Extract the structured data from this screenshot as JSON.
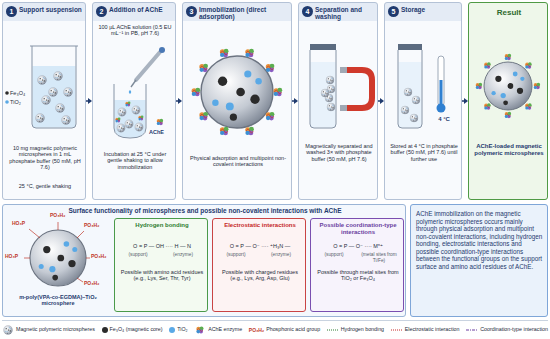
{
  "diagram": {
    "nodes": [
      {
        "text": [
          "1",
          "Support suspension",
          "10 mg magnetic polymeric microspheres in 1 mL phosphate buffer (50 mM, pH 7.6)",
          "25 °C, gentle shaking"
        ]
      },
      {
        "text": [
          "2",
          "Addition of AChE",
          "100 µL AChE solution (0.5 EU mL⁻¹ in PB, pH 7.6)",
          "Incubation at 25 °C under gentle shaking to allow immobilization"
        ]
      },
      {
        "text": [
          "3",
          "Immobilization (direct adsorption)",
          "Physical adsorption and multipoint non-covalent interactions"
        ]
      },
      {
        "text": [
          "4",
          "Separation and washing",
          "Magnetically separated and washed 3× with phosphate buffer (50 mM, pH 7.6)"
        ]
      },
      {
        "text": [
          "5",
          "Storage",
          "Stored at 4 °C in phosphate buffer (50 mM, pH 7.6) until further use"
        ]
      },
      {
        "text": [
          "Result",
          "AChE-loaded magnetic polymeric microspheres"
        ]
      },
      {
        "text": [
          "Surface functionality of microspheres and possible non-covalent interactions with AChE"
        ]
      },
      {
        "text": [
          "Hydrogen bonding",
          "O = P — OH ···· H — N",
          "(support)",
          "(enzyme)",
          "Possible with amino acid residues (e.g., Lys, Ser, Thr, Tyr)"
        ],
        "in": 6
      },
      {
        "text": [
          "Electrostatic interactions",
          "O = P — O⁻ ···· ⁺H₃N —",
          "(support)",
          "(enzyme)",
          "Possible with charged residues (e.g., Lys, Arg, Asp, Glu)"
        ],
        "in": 6
      },
      {
        "text": [
          "Possible coordination-type interactions",
          "O = P — O⁻ ···· Mⁿ⁺",
          "(support)",
          "(metal sites from Ti/Fe)",
          "Possible through metal sites from TiO₂ or Fe₃O₄"
        ],
        "in": 6
      },
      {
        "text": [
          "AChE immobilization on the magnetic polymeric microspheres occurs mainly through physical adsorption and multipoint non-covalent interactions, including hydrogen bonding, electrostatic interactions and possible coordination-type interactions between the functional groups on the support surface and amino acid residues of AChE."
        ]
      }
    ],
    "edges": [
      {
        "from": 0,
        "to": 1,
        "arrow": "to"
      },
      {
        "from": 1,
        "to": 2,
        "arrow": "to"
      },
      {
        "from": 2,
        "to": 3,
        "arrow": "to"
      },
      {
        "from": 3,
        "to": 4,
        "arrow": "to"
      },
      {
        "from": 4,
        "to": 5,
        "arrow": "to"
      }
    ],
    "labels": [
      "Fe₃O₄",
      "TiO₂",
      "AChE",
      "4 °C",
      "HO₃P",
      "PO₃H₂",
      "PO₃H₂",
      "HO₃P",
      "PO₃H₂",
      "PO₃H₂",
      "m-poly(VPA-co-EGDMA)–TiO₂ microsphere",
      "PO₃H₂"
    ],
    "legend": [
      {
        "text": "Magnetic polymeric microspheres"
      },
      {
        "text": "Fe₃O₄ (magnetic core)",
        "color": "#2b2b2b"
      },
      {
        "text": "TiO₂",
        "color": "#5aa9e6"
      },
      {
        "text": "AChE enzyme"
      },
      {
        "text": "Phosphonic acid group"
      },
      {
        "text": "Hydrogen bonding"
      },
      {
        "text": "Electrostatic interaction"
      },
      {
        "text": "Coordination-type interaction"
      }
    ]
  }
}
